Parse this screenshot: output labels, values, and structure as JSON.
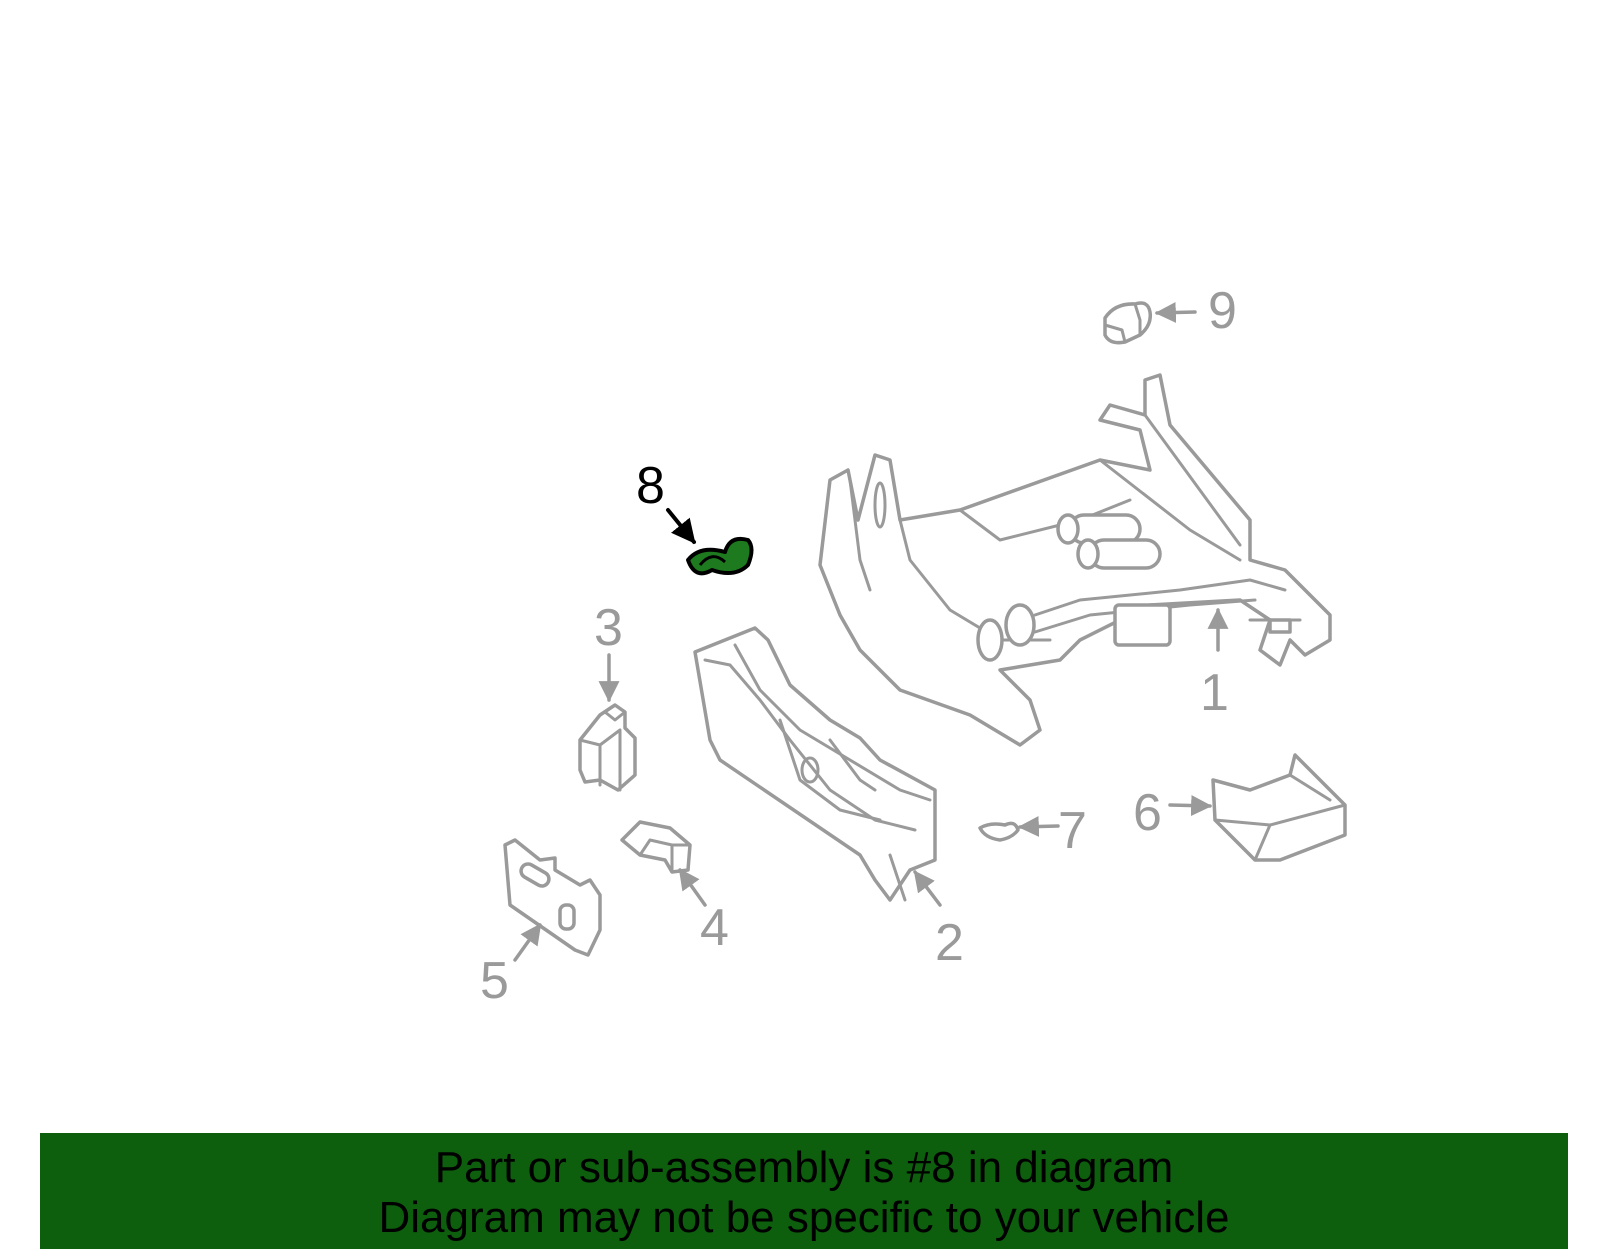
{
  "highlight_color": "#1e7a1e",
  "banner_color": "#0d5e0d",
  "parts": [
    {
      "number": "1",
      "label": "1",
      "highlighted": false
    },
    {
      "number": "2",
      "label": "2",
      "highlighted": false
    },
    {
      "number": "3",
      "label": "3",
      "highlighted": false
    },
    {
      "number": "4",
      "label": "4",
      "highlighted": false
    },
    {
      "number": "5",
      "label": "5",
      "highlighted": false
    },
    {
      "number": "6",
      "label": "6",
      "highlighted": false
    },
    {
      "number": "7",
      "label": "7",
      "highlighted": false
    },
    {
      "number": "8",
      "label": "8",
      "highlighted": true
    },
    {
      "number": "9",
      "label": "9",
      "highlighted": false
    }
  ],
  "banner": {
    "line1": "Part or sub-assembly is #8 in diagram",
    "line2": "Diagram may not be specific to your vehicle"
  }
}
